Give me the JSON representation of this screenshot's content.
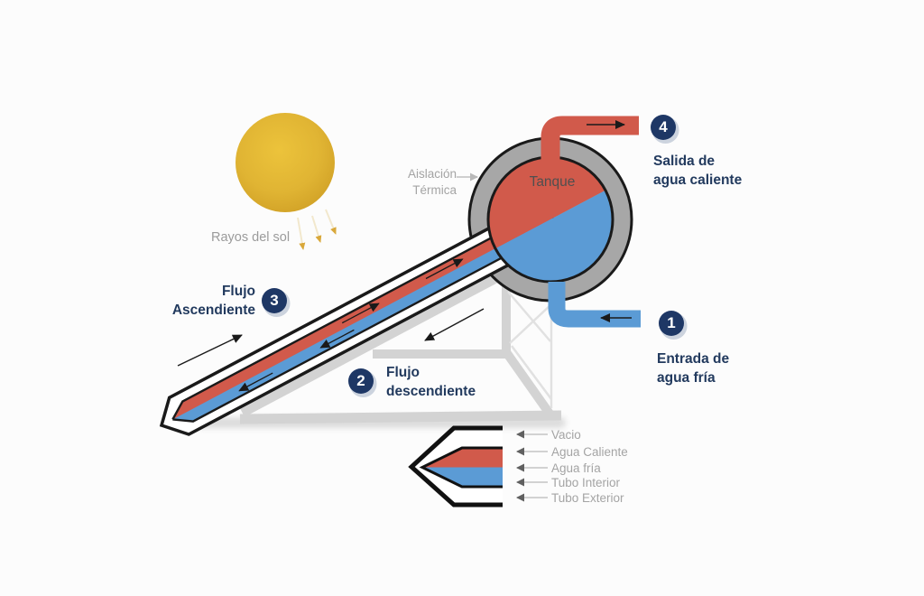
{
  "sun": {
    "rays_label": "Rayos del sol"
  },
  "tank": {
    "label": "Tanque",
    "insulation_label": "Aislación\nTérmica"
  },
  "steps": [
    {
      "number": "1",
      "label": "Entrada de\nagua fría"
    },
    {
      "number": "2",
      "label": "Flujo\ndescendiente"
    },
    {
      "number": "3",
      "label": "Flujo\nAscendiente"
    },
    {
      "number": "4",
      "label": "Salida de\nagua caliente"
    }
  ],
  "cross_section": {
    "labels": [
      "Vacio",
      "Agua Caliente",
      "Agua fría",
      "Tubo Interior",
      "Tubo Exterior"
    ]
  },
  "colors": {
    "hot": "#d15a4b",
    "cold": "#5b9bd5",
    "tank_ring": "#a7a7a7",
    "frame": "#d3d3d3",
    "badge_navy": "#1e3765",
    "label_navy": "#223a5e",
    "muted_text": "#a4a4a4",
    "sun_core": "#ecc33b",
    "sun_edge": "#cf9f25"
  }
}
